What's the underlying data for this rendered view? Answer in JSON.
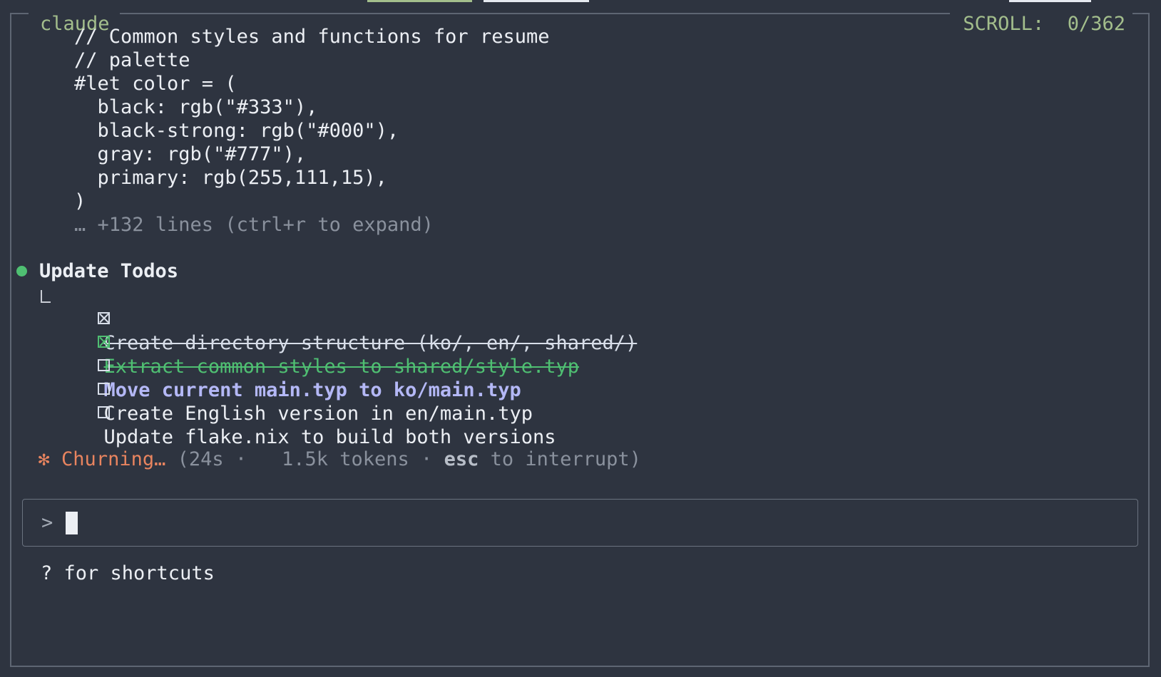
{
  "window": {
    "title": "claude",
    "scroll_label": "SCROLL:",
    "scroll_value": "0/362"
  },
  "code_preview": {
    "lines": [
      "// Common styles and functions for resume",
      "// palette",
      "#let color = (",
      "  black: rgb(\"#333\"),",
      "  black-strong: rgb(\"#000\"),",
      "  gray: rgb(\"#777\"),",
      "  primary: rgb(255,111,15),",
      ")"
    ],
    "truncated_note": "… +132 lines (ctrl+r to expand)"
  },
  "todos": {
    "heading": "Update Todos",
    "items": [
      {
        "label": "Create directory structure (ko/, en/, shared/)",
        "status": "completed"
      },
      {
        "label": "Extract common styles to shared/style.typ",
        "status": "completed"
      },
      {
        "label": "Move current main.typ to ko/main.typ",
        "status": "in_progress"
      },
      {
        "label": "Create English version in en/main.typ",
        "status": "pending"
      },
      {
        "label": "Update flake.nix to build both versions",
        "status": "pending"
      }
    ]
  },
  "status_line": {
    "icon": "asterisk-icon",
    "verb": "Churning…",
    "open": "(24s",
    "sep1": "·",
    "tokens": "1.5k tokens",
    "sep2": "·",
    "key": "esc",
    "action": "to interrupt)"
  },
  "input": {
    "prompt_symbol": ">",
    "value": ""
  },
  "footer": {
    "hint": "? for shortcuts"
  },
  "colors": {
    "background": "#2e3440",
    "accent_green": "#a3be8c",
    "todo_done": "#4fbf72",
    "todo_active": "#b4b8f6",
    "status_orange": "#e8845f"
  }
}
